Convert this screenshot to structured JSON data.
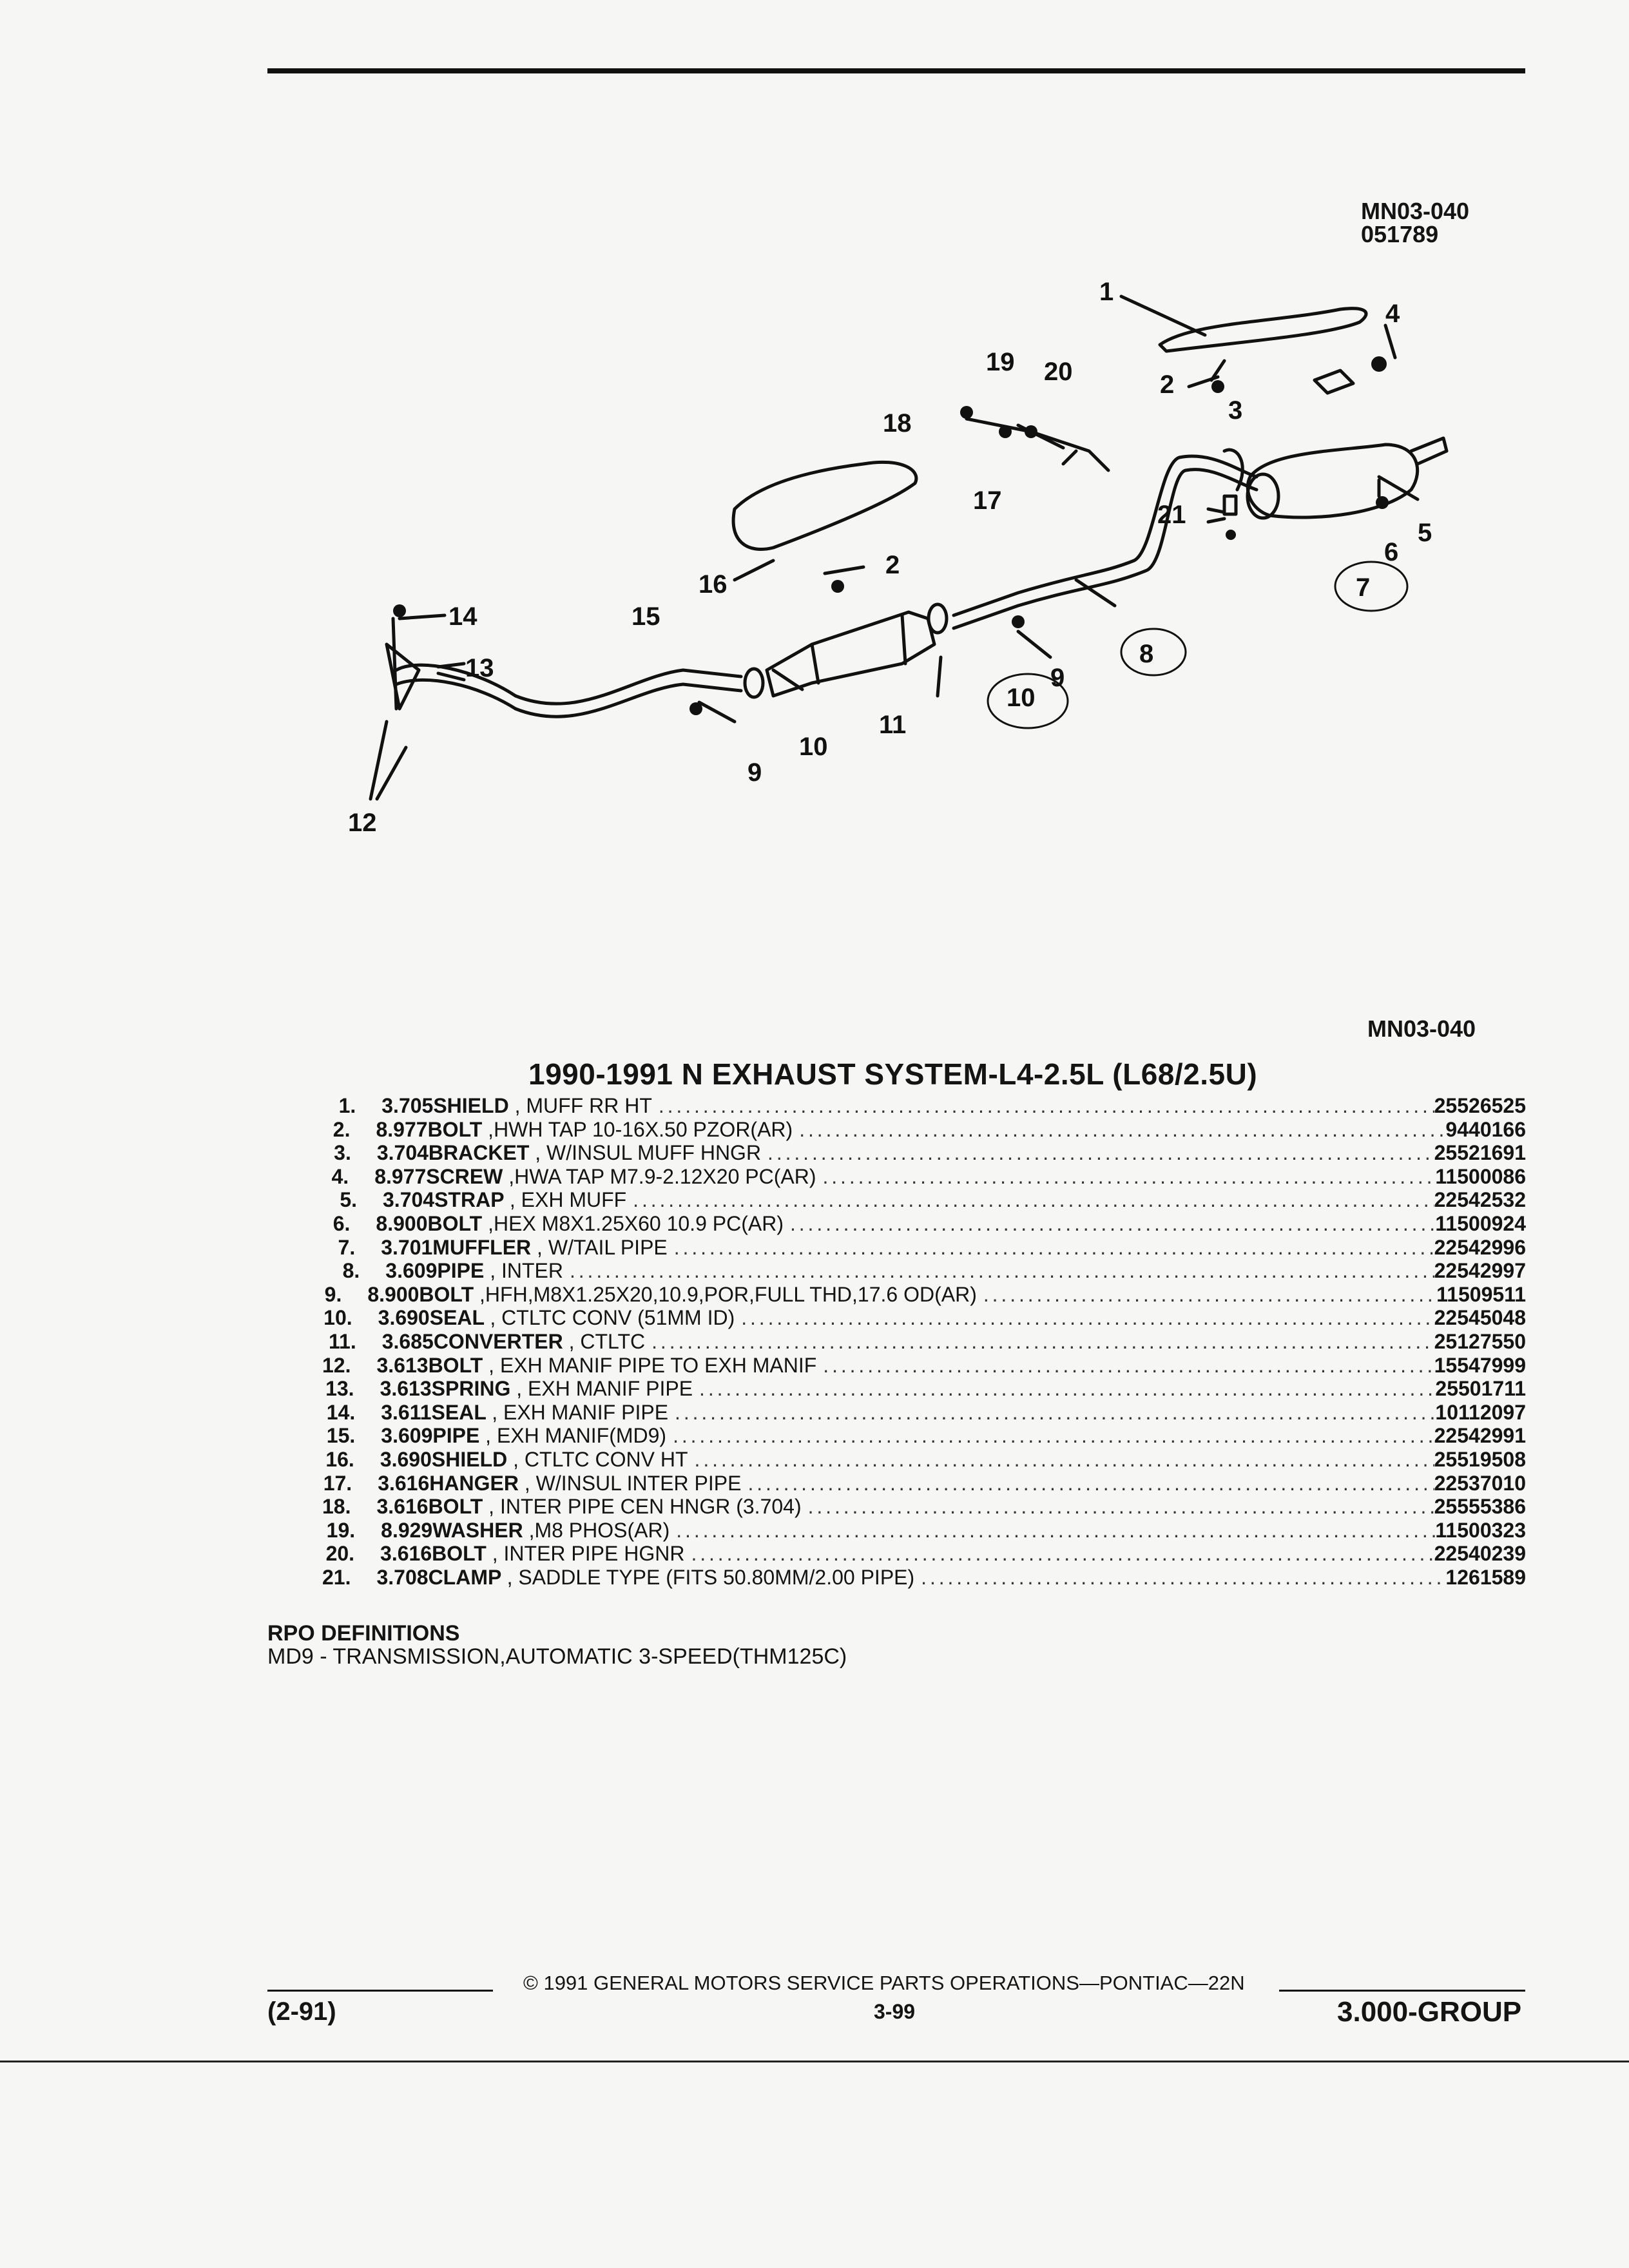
{
  "doc_code": {
    "line1": "MN03-040",
    "line2": "051789"
  },
  "diagram_code": "MN03-040",
  "callouts": [
    "1",
    "2",
    "3",
    "4",
    "5",
    "6",
    "7",
    "8",
    "9",
    "10",
    "11",
    "12",
    "13",
    "14",
    "15",
    "16",
    "17",
    "18",
    "19",
    "20",
    "21"
  ],
  "title": "1990-1991 N EXHAUST SYSTEM-L4-2.5L (L68/2.5U)",
  "parts": [
    {
      "num": "1.",
      "group": "3.705",
      "name": "SHIELD",
      "detail": ", MUFF RR HT",
      "part_no": "25526525"
    },
    {
      "num": "2.",
      "group": "8.977",
      "name": "BOLT",
      "detail": ",HWH TAP 10-16X.50 PZOR(AR)",
      "part_no": "9440166"
    },
    {
      "num": "3.",
      "group": "3.704",
      "name": "BRACKET",
      "detail": ", W/INSUL MUFF HNGR",
      "part_no": "25521691"
    },
    {
      "num": "4.",
      "group": "8.977",
      "name": "SCREW",
      "detail": ",HWA TAP M7.9-2.12X20 PC(AR)",
      "part_no": "11500086"
    },
    {
      "num": "5.",
      "group": "3.704",
      "name": "STRAP",
      "detail": ", EXH MUFF",
      "part_no": "22542532"
    },
    {
      "num": "6.",
      "group": "8.900",
      "name": "BOLT",
      "detail": ",HEX M8X1.25X60 10.9 PC(AR)",
      "part_no": "11500924"
    },
    {
      "num": "7.",
      "group": "3.701",
      "name": "MUFFLER",
      "detail": ", W/TAIL PIPE",
      "part_no": "22542996"
    },
    {
      "num": "8.",
      "group": "3.609",
      "name": "PIPE",
      "detail": ", INTER",
      "part_no": "22542997"
    },
    {
      "num": "9.",
      "group": "8.900",
      "name": "BOLT",
      "detail": ",HFH,M8X1.25X20,10.9,POR,FULL THD,17.6 OD(AR)",
      "part_no": "11509511"
    },
    {
      "num": "10.",
      "group": "3.690",
      "name": "SEAL",
      "detail": ", CTLTC CONV (51MM ID)",
      "part_no": "22545048"
    },
    {
      "num": "11.",
      "group": "3.685",
      "name": "CONVERTER",
      "detail": ", CTLTC",
      "part_no": "25127550"
    },
    {
      "num": "12.",
      "group": "3.613",
      "name": "BOLT",
      "detail": ", EXH MANIF PIPE TO EXH MANIF",
      "part_no": "15547999"
    },
    {
      "num": "13.",
      "group": "3.613",
      "name": "SPRING",
      "detail": ", EXH MANIF PIPE",
      "part_no": "25501711"
    },
    {
      "num": "14.",
      "group": "3.611",
      "name": "SEAL",
      "detail": ", EXH MANIF PIPE",
      "part_no": "10112097"
    },
    {
      "num": "15.",
      "group": "3.609",
      "name": "PIPE",
      "detail": ", EXH MANIF(MD9)",
      "part_no": "22542991"
    },
    {
      "num": "16.",
      "group": "3.690",
      "name": "SHIELD",
      "detail": ", CTLTC CONV HT",
      "part_no": "25519508"
    },
    {
      "num": "17.",
      "group": "3.616",
      "name": "HANGER",
      "detail": ", W/INSUL INTER PIPE",
      "part_no": "22537010"
    },
    {
      "num": "18.",
      "group": "3.616",
      "name": "BOLT",
      "detail": ", INTER PIPE CEN HNGR (3.704)",
      "part_no": "25555386"
    },
    {
      "num": "19.",
      "group": "8.929",
      "name": "WASHER",
      "detail": ",M8 PHOS(AR)",
      "part_no": "11500323"
    },
    {
      "num": "20.",
      "group": "3.616",
      "name": "BOLT",
      "detail": ", INTER PIPE HGNR",
      "part_no": "22540239"
    },
    {
      "num": "21.",
      "group": "3.708",
      "name": "CLAMP",
      "detail": ", SADDLE TYPE (FITS 50.80MM/2.00 PIPE)",
      "part_no": "1261589"
    }
  ],
  "rpo": {
    "heading": "RPO DEFINITIONS",
    "definition": "MD9 - TRANSMISSION,AUTOMATIC 3-SPEED(THM125C)"
  },
  "footer": {
    "copyright": "© 1991 GENERAL MOTORS SERVICE PARTS OPERATIONS—PONTIAC—22N",
    "date": "(2-91)",
    "page": "3-99",
    "group": "3.000-GROUP"
  }
}
